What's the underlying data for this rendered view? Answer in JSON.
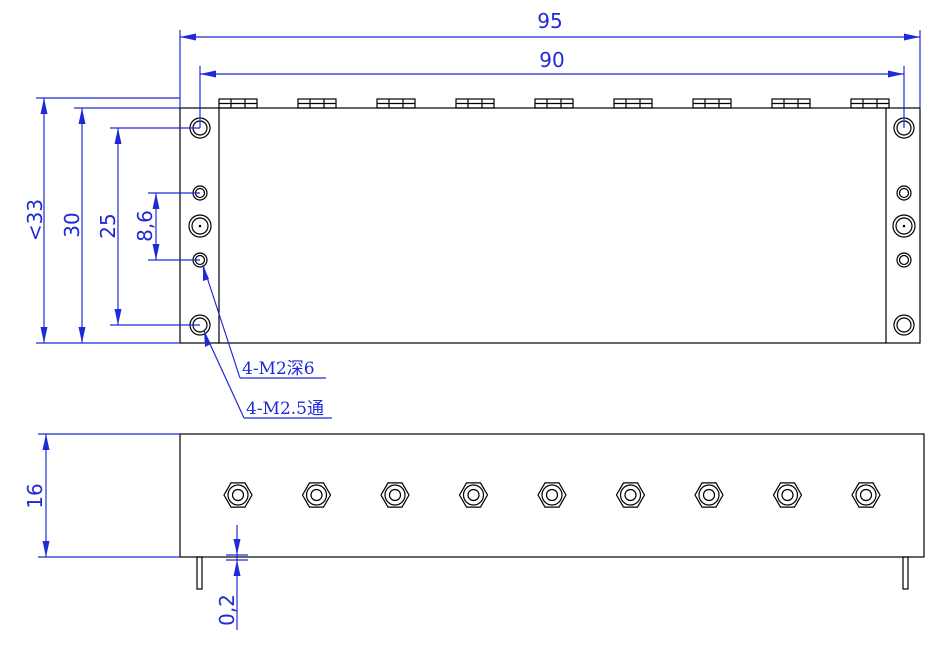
{
  "dimensions": {
    "total_length": "95",
    "hole_spacing": "90",
    "overall_width": "<33",
    "body_width": "30",
    "outer_hole_spacing": "25",
    "inner_hole_spacing": "8,6",
    "height": "16",
    "pin_offset": "0,2"
  },
  "notes": {
    "blind_holes": "4-M2深6",
    "through_holes": "4-M2.5通"
  },
  "colors": {
    "dimension": "#1f2ad6",
    "outline": "#000000"
  },
  "connectors": {
    "top_count": 9,
    "front_count": 9
  }
}
